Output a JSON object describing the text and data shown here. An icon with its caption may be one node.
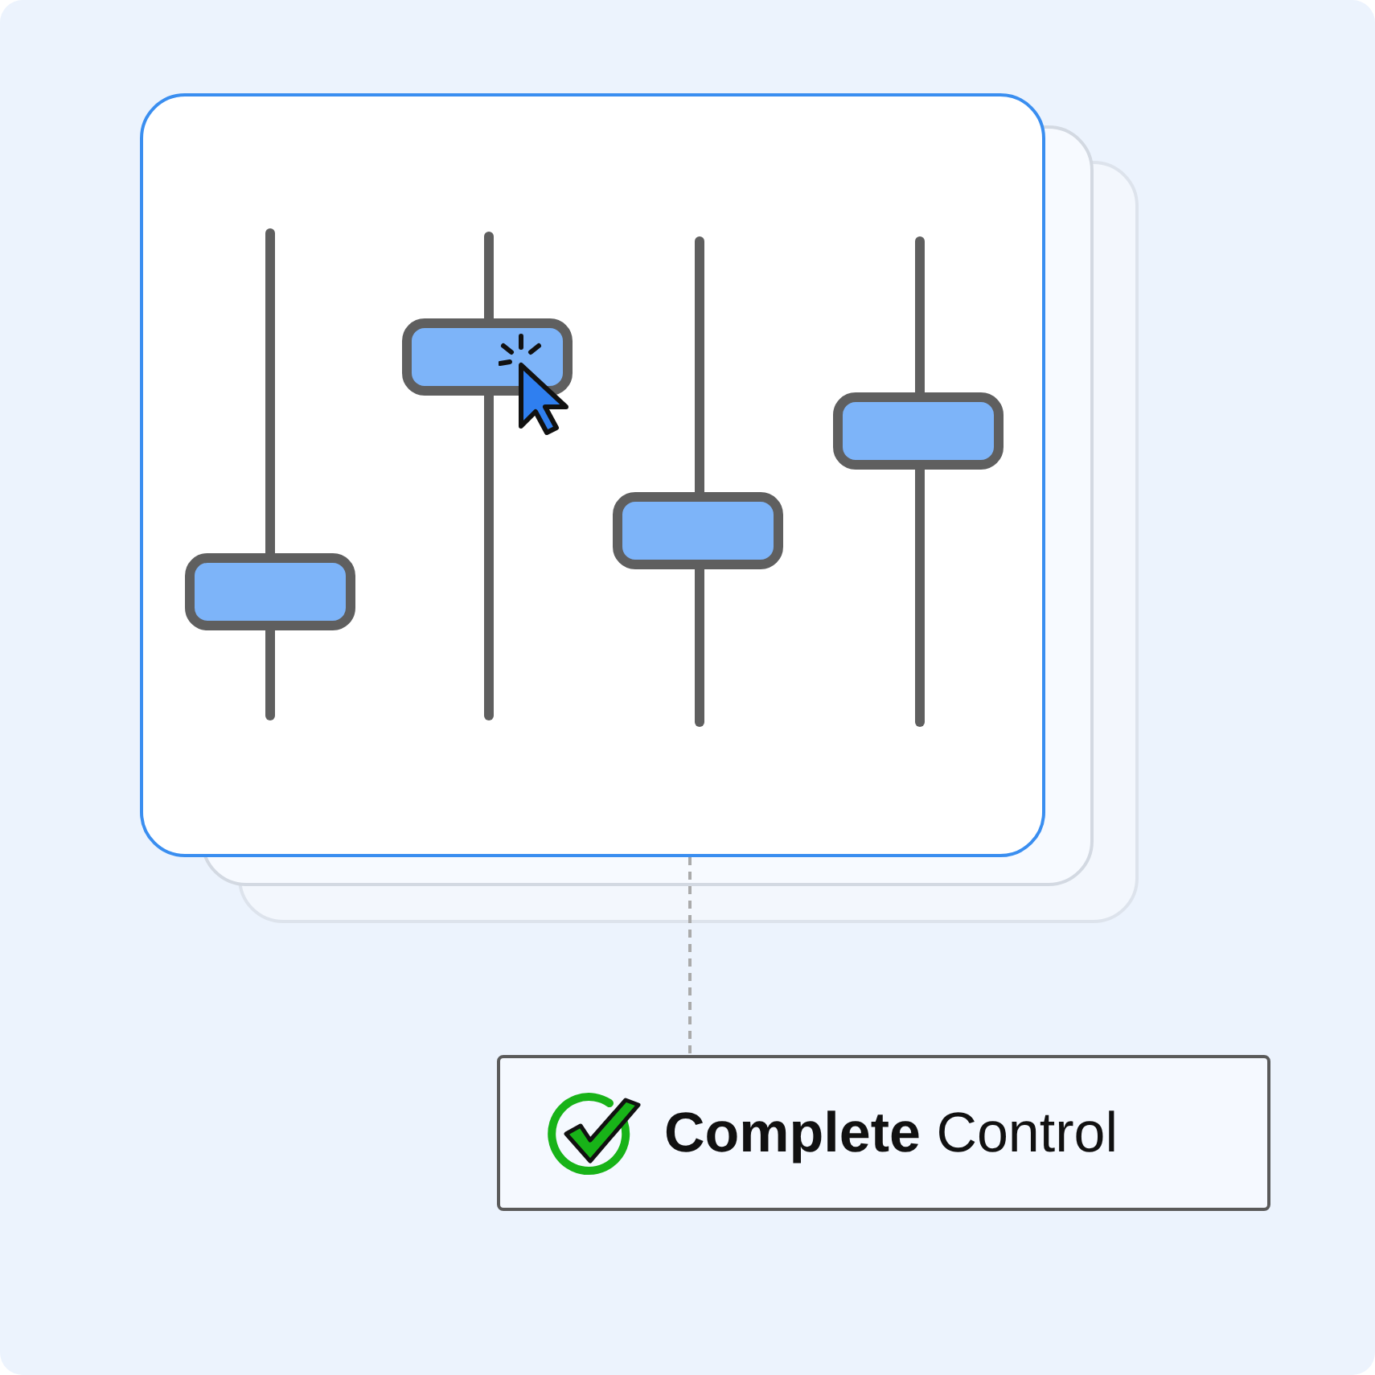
{
  "diagram": {
    "nodes": [
      {
        "text": [],
        "shape": "picture"
      },
      {
        "text": [
          "**Complete** Control"
        ]
      }
    ],
    "edges": [
      {
        "from": 0,
        "to": 1,
        "arrow": "none",
        "style": "dashed"
      }
    ]
  }
}
